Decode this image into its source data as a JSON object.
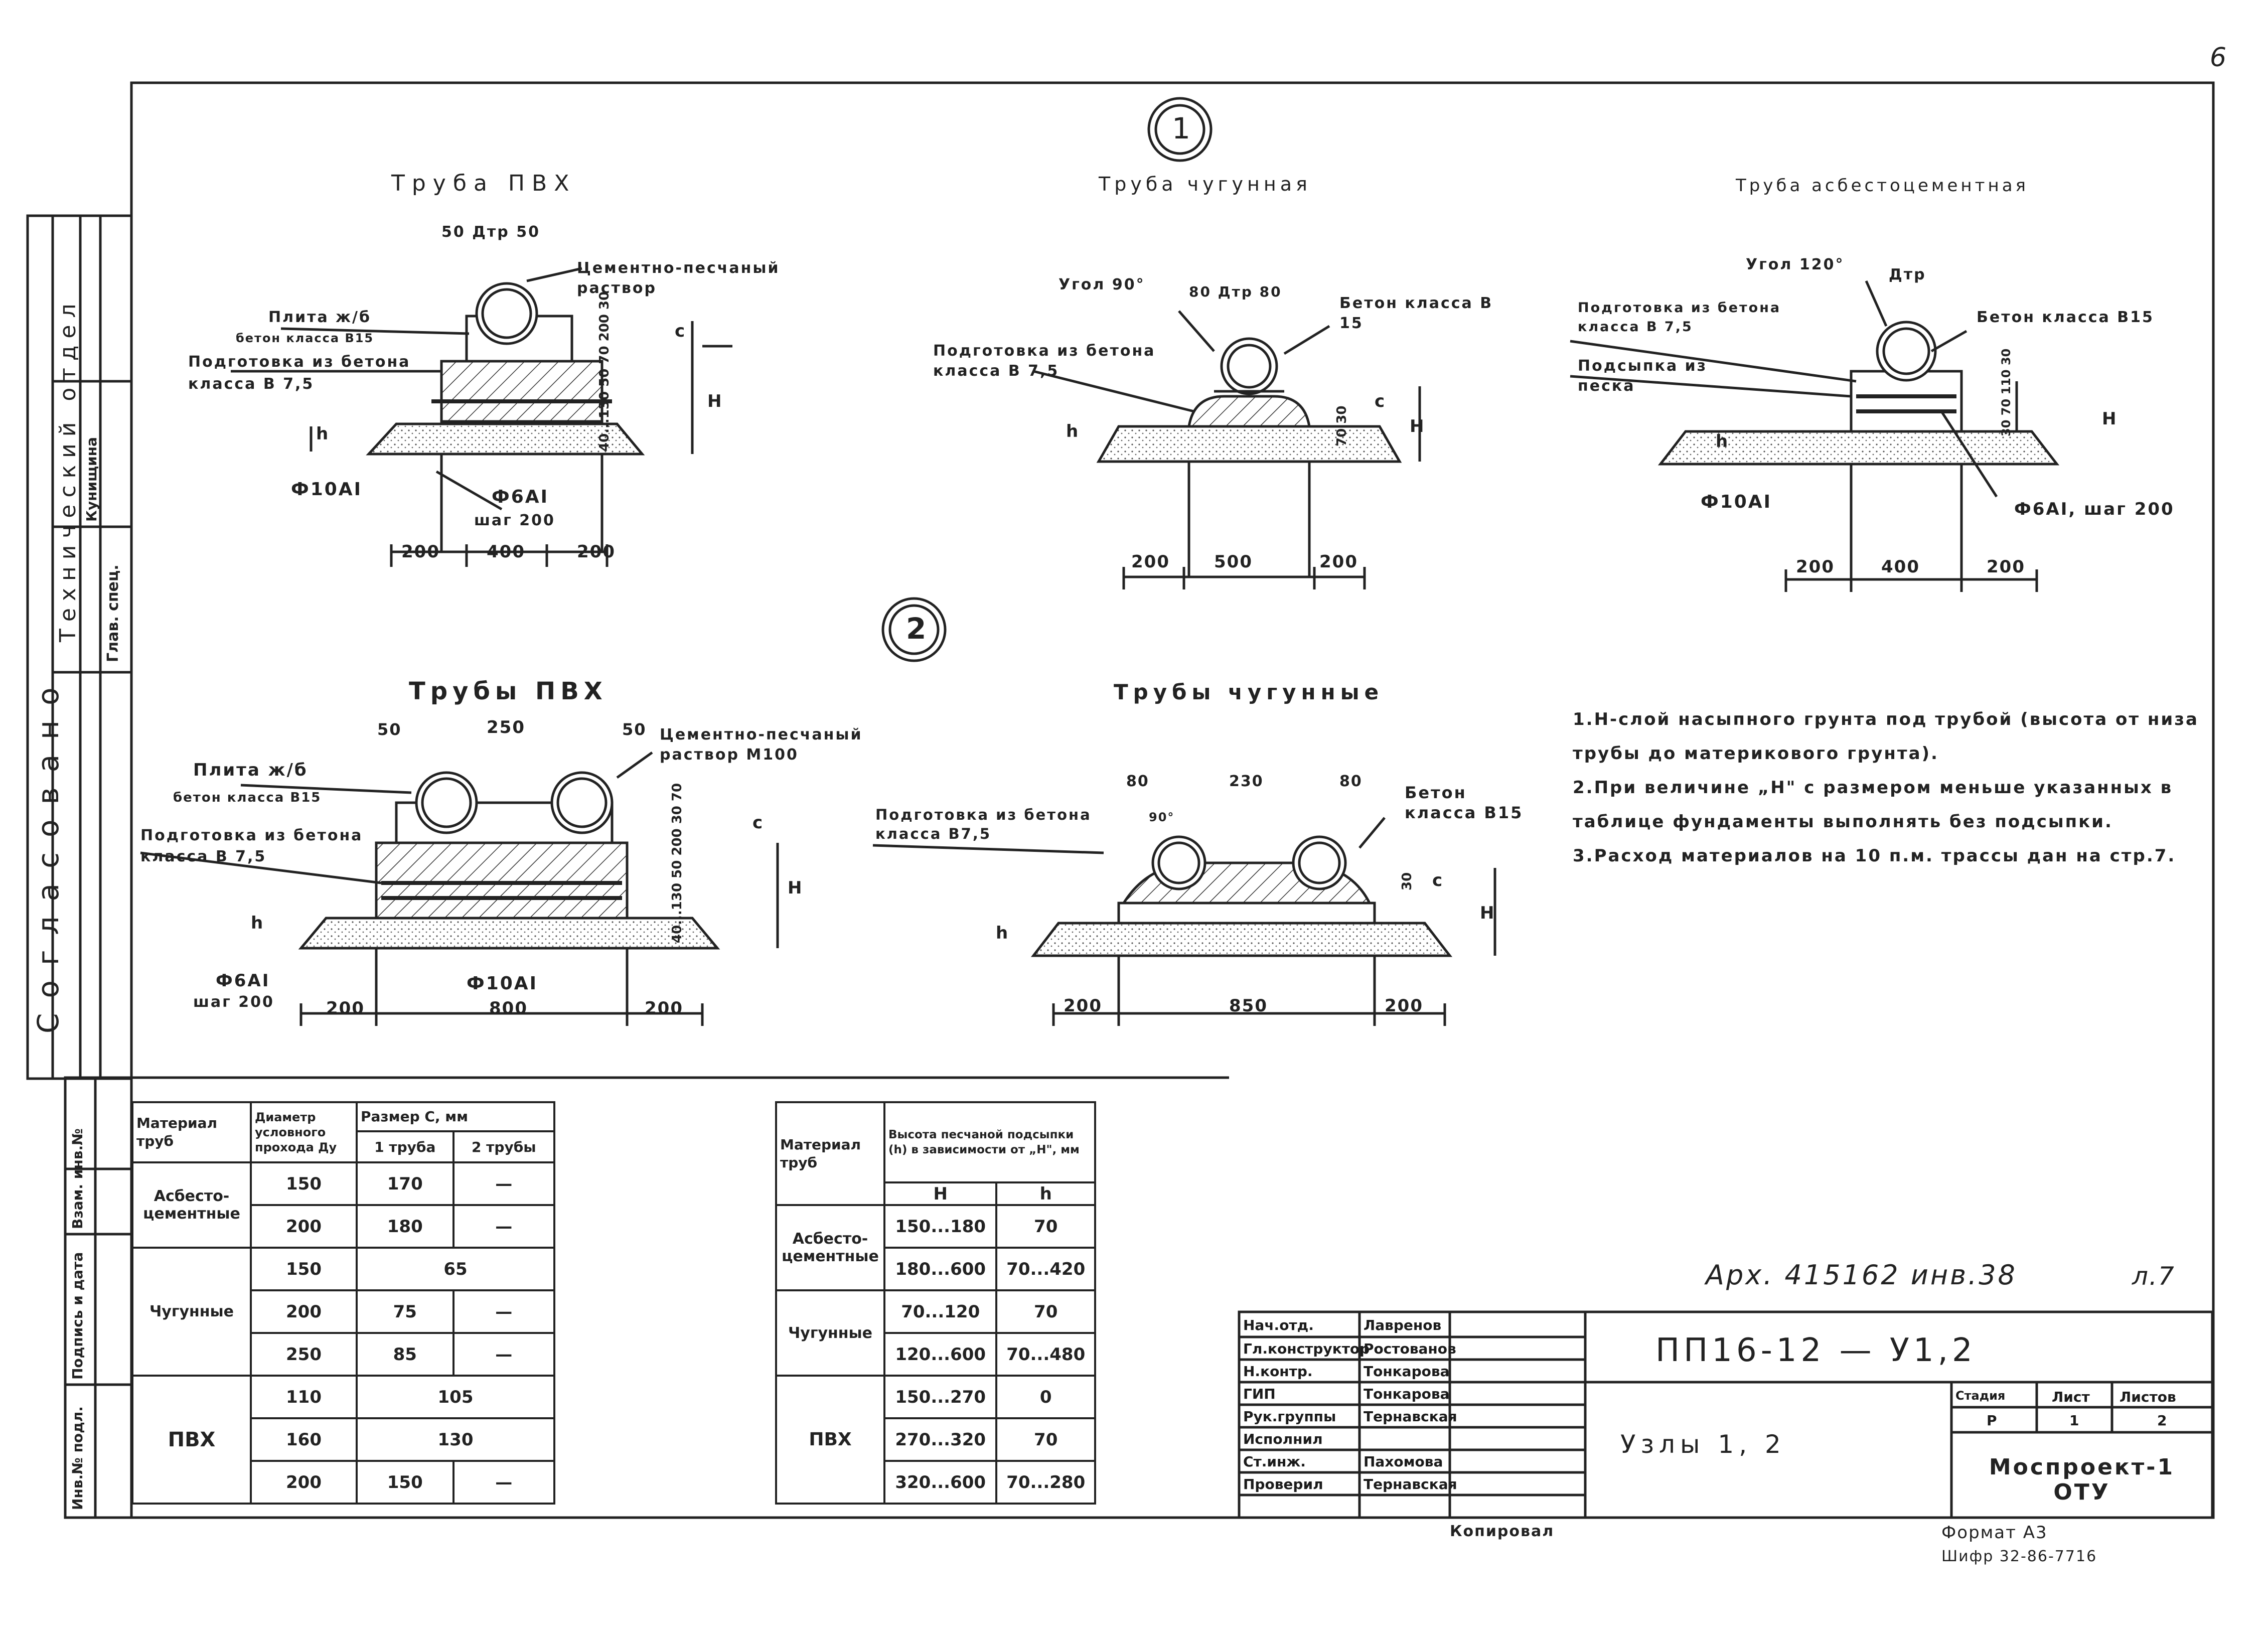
{
  "page_number": "6",
  "node_1": {
    "marker": "1",
    "pvc": {
      "title": "Труба ПВХ",
      "dim_top": "50 Дтр 50",
      "mortar": "Цементно-песчаный раствор",
      "slab": "Плита ж/б",
      "slab_concrete": "бетон класса В15",
      "base": "Подготовка из бетона класса В 7,5",
      "h": "h",
      "H": "H",
      "c": "c",
      "vert_dims": "40...130  50  70 200  30",
      "rebar_long": "Ф10АI",
      "rebar_trans": "Ф6АI",
      "step": "шаг 200",
      "dim_bottom": [
        "200",
        "400",
        "200"
      ]
    },
    "cast_iron": {
      "title": "Труба чугунная",
      "angle": "Угол 90°",
      "dim_top": "80 Дтр 80",
      "concrete": "Бетон класса В 15",
      "base": "Подготовка из бетона класса В 7,5",
      "h": "h",
      "H": "H",
      "c": "c",
      "vert_dims": "70 30",
      "dim_bottom": [
        "200",
        "500",
        "200"
      ]
    },
    "asbestos": {
      "title": "Труба асбестоцементная",
      "angle": "Угол 120°",
      "dim_top": "Дтр",
      "base": "Подготовка из бетона класса В 7,5",
      "sand": "Подсыпка из песка",
      "concrete": "Бетон класса В15",
      "h": "h",
      "H": "H",
      "vert_dims": "30 70 110 30",
      "rebar_long": "Ф10АI",
      "rebar_trans": "Ф6АI, шаг 200",
      "dim_bottom": [
        "200",
        "400",
        "200"
      ]
    }
  },
  "node_2": {
    "marker": "2",
    "pvc": {
      "title": "Трубы ПВХ",
      "dim_top": [
        "50",
        "250",
        "50"
      ],
      "mortar": "Цементно-песчаный раствор М100",
      "slab": "Плита ж/б",
      "slab_concrete": "бетон класса В15",
      "base": "Подготовка из бетона класса В 7,5",
      "h": "h",
      "H": "H",
      "c": "c",
      "vert_dims": "40...130  50 200  30 70",
      "rebar_trans": "Ф6АI",
      "step": "шаг 200",
      "rebar_long": "Ф10АI",
      "dim_bottom": [
        "200",
        "800",
        "200"
      ]
    },
    "cast_iron": {
      "title": "Трубы чугунные",
      "dim_top": [
        "80",
        "230",
        "80"
      ],
      "angle": "90°",
      "base": "Подготовка из бетона класса В7,5",
      "concrete": "Бетон класса В15",
      "h": "h",
      "H": "H",
      "c": "c",
      "vert_dims": "30",
      "dim_bottom": [
        "200",
        "850",
        "200"
      ]
    }
  },
  "notes": [
    "1.H-слой насыпного грунта под трубой (высота от низа трубы до материкового грунта).",
    "2.При величине „H\" с размером меньше указанных в таблице фундаменты выполнять без подсыпки.",
    "3.Расход материалов на 10 п.м. трассы дан на стр.7."
  ],
  "table_c": {
    "h_material": "Материал труб",
    "h_diameter": "Диаметр условного прохода Ду",
    "h_size": "Размер С, мм",
    "h_one": "1 труба",
    "h_two": "2 трубы",
    "groups": [
      {
        "material": "Асбесто-цементные",
        "rows": [
          [
            "150",
            "170",
            "—"
          ],
          [
            "200",
            "180",
            "—"
          ]
        ]
      },
      {
        "material": "Чугунные",
        "rows": [
          [
            "150",
            "65",
            ""
          ],
          [
            "200",
            "75",
            "—"
          ],
          [
            "250",
            "85",
            "—"
          ]
        ]
      },
      {
        "material": "ПВХ",
        "rows": [
          [
            "110",
            "105",
            ""
          ],
          [
            "160",
            "130",
            ""
          ],
          [
            "200",
            "150",
            "—"
          ]
        ]
      }
    ]
  },
  "table_h": {
    "h_material": "Материал труб",
    "h_height": "Высота песчаной подсыпки (h) в зависимости от „H\", мм",
    "h_H": "H",
    "h_h": "h",
    "groups": [
      {
        "material": "Асбесто-цементные",
        "rows": [
          [
            "150...180",
            "70"
          ],
          [
            "180...600",
            "70...420"
          ]
        ]
      },
      {
        "material": "Чугунные",
        "rows": [
          [
            "70...120",
            "70"
          ],
          [
            "120...600",
            "70...480"
          ]
        ]
      },
      {
        "material": "ПВХ",
        "rows": [
          [
            "150...270",
            "0"
          ],
          [
            "270...320",
            "70"
          ],
          [
            "320...600",
            "70...280"
          ]
        ]
      }
    ]
  },
  "archive_note": "Арх. 415162 инв.38",
  "sheet_ref": "л.7",
  "title_block": {
    "code": "ПП16-12 — У1,2",
    "name": "Узлы 1, 2",
    "roles": [
      "Нач.отд.",
      "Гл.конструктор",
      "Н.контр.",
      "ГИП",
      "Рук.группы",
      "Исполнил",
      "Ст.инж.",
      "Проверил"
    ],
    "people": [
      "Лавренов",
      "Ростованов",
      "Тонкарова",
      "Тонкарова",
      "Тернавская",
      "",
      "Пахомова",
      "Тернавская"
    ],
    "h_stage": "Стадия",
    "h_sheet": "Лист",
    "h_sheets": "Листов",
    "stage": "Р",
    "sheet": "1",
    "sheets": "2",
    "org": "Моспроект-1 ОТУ"
  },
  "copied": "Копировал",
  "format": "Формат А3",
  "cipher": "Шифр 32-86-7716",
  "left_strip": {
    "agreed": "Согласовано",
    "dept": "Технический отдел",
    "chief": "Глав. спец.",
    "person": "Кунищина",
    "inv_orig": "Инв.№ подл.",
    "sign_date": "Подпись и дата",
    "inv_repl": "Взам. инв.№"
  }
}
